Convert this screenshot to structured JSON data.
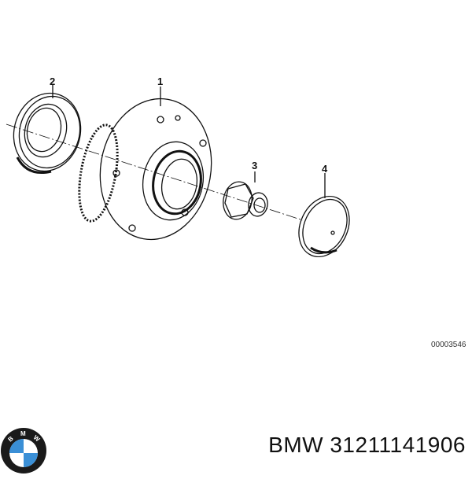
{
  "diagram": {
    "callouts": [
      {
        "id": "1",
        "label": "1",
        "part": "wheel-hub"
      },
      {
        "id": "2",
        "label": "2",
        "part": "shaft-seal"
      },
      {
        "id": "3",
        "label": "3",
        "part": "collar-nut"
      },
      {
        "id": "4",
        "label": "4",
        "part": "dust-cap"
      }
    ],
    "reference_number": "00003546"
  },
  "brand": {
    "logo_letters": [
      "B",
      "M",
      "W"
    ],
    "colors": {
      "blue": "#3a8fd6",
      "white": "#ffffff",
      "ring": "#1a1a1a"
    }
  },
  "part_title": "BMW 31211141906"
}
